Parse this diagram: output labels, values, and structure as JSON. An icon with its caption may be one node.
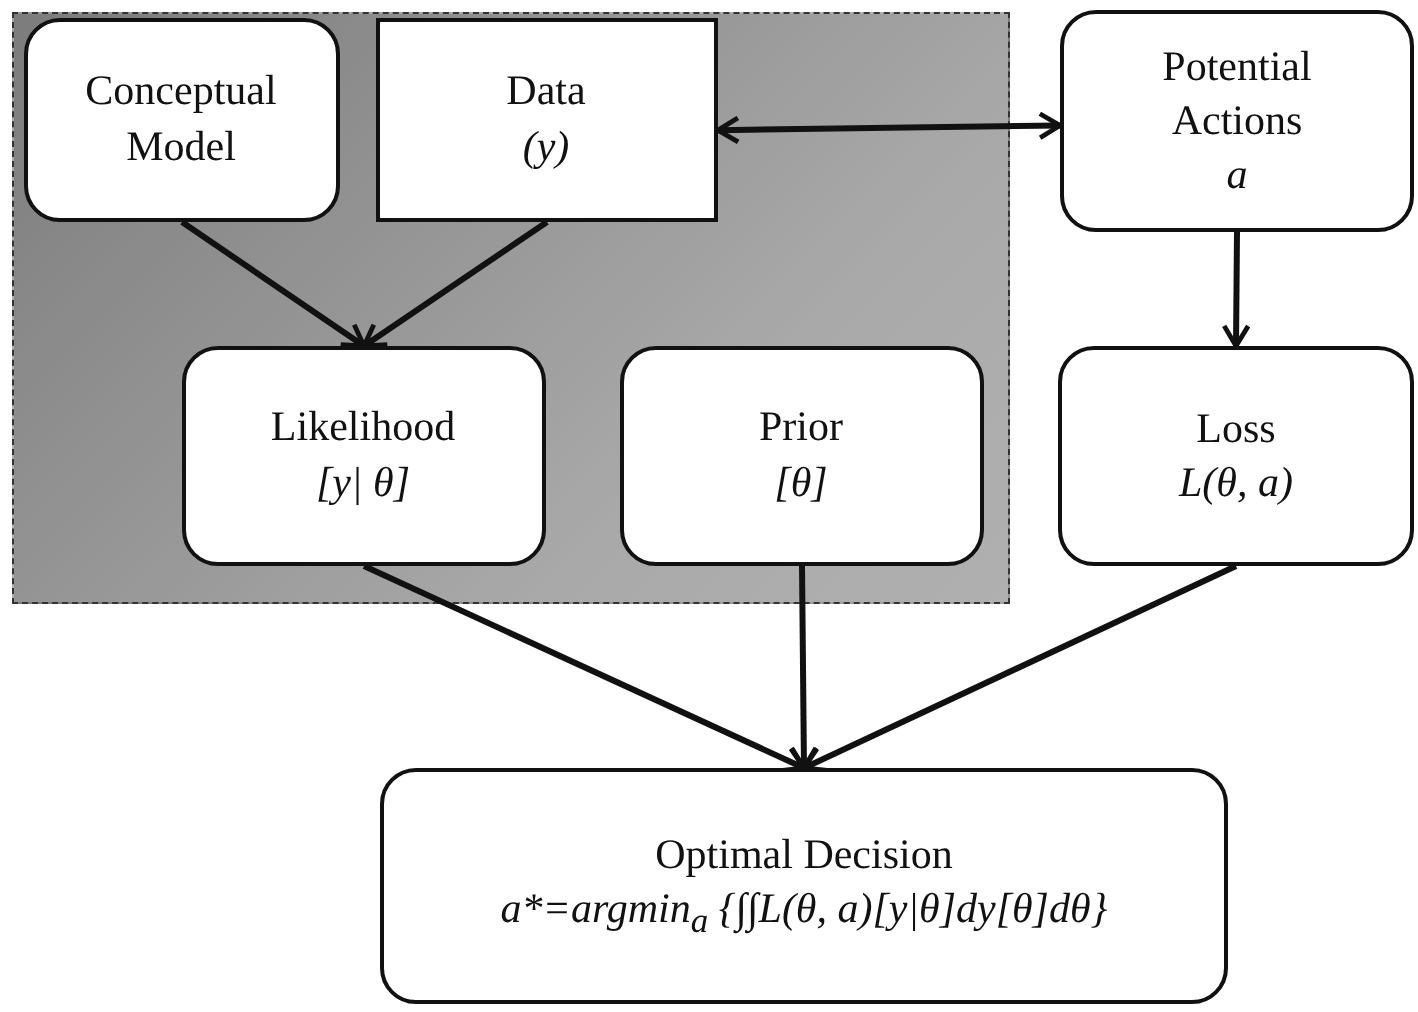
{
  "diagram": {
    "nodes": [
      {
        "text": [],
        "shape": "box"
      },
      {
        "text": [
          "Conceptual Model"
        ],
        "in": 0
      },
      {
        "text": [
          "Data",
          "(y)"
        ],
        "in": 0
      },
      {
        "text": [
          "Potential Actions",
          "a"
        ]
      },
      {
        "text": [
          "Likelihood",
          "[y| θ]"
        ],
        "in": 0
      },
      {
        "text": [
          "Prior",
          "[θ]"
        ],
        "in": 0
      },
      {
        "text": [
          "Loss",
          "L(θ, a)"
        ]
      },
      {
        "text": [
          "Optimal Decision",
          "a*=argmin$_{a}$ {∫∫L(θ, a)[y|θ]dy[θ]dθ}"
        ]
      }
    ],
    "edges": [
      {
        "from": 1,
        "to": 4,
        "arrow": "to"
      },
      {
        "from": 2,
        "to": 4,
        "arrow": "to"
      },
      {
        "from": 2,
        "to": 3,
        "arrow": "both"
      },
      {
        "from": 3,
        "to": 6,
        "arrow": "to"
      },
      {
        "from": 4,
        "to": 7,
        "arrow": "to"
      },
      {
        "from": 5,
        "to": 7,
        "arrow": "to"
      },
      {
        "from": 6,
        "to": 7,
        "arrow": "to"
      }
    ]
  }
}
